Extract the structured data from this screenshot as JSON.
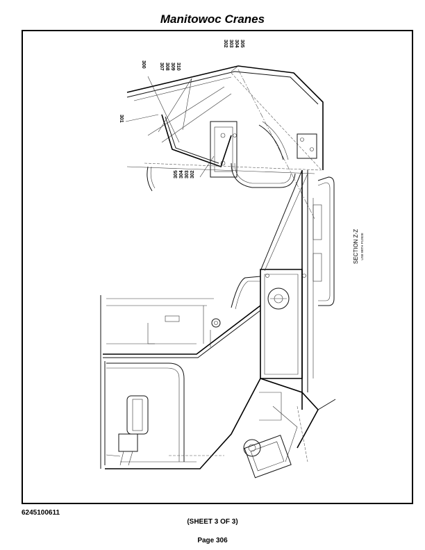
{
  "header": {
    "title": "Manitowoc Cranes"
  },
  "drawing": {
    "section_title": "SECTION Z-Z",
    "section_subtitle": "USE WITH P1202E",
    "callouts": {
      "top_right": [
        "302",
        "303",
        "304",
        "305"
      ],
      "top_mid": [
        "307",
        "308",
        "309",
        "310"
      ],
      "left_top": "300",
      "left_side": "301",
      "bottom_group": [
        "305",
        "304",
        "303",
        "302"
      ]
    }
  },
  "footer": {
    "doc_number": "6245100611",
    "sheet": "(SHEET 3 OF 3)",
    "page": "Page 306"
  }
}
